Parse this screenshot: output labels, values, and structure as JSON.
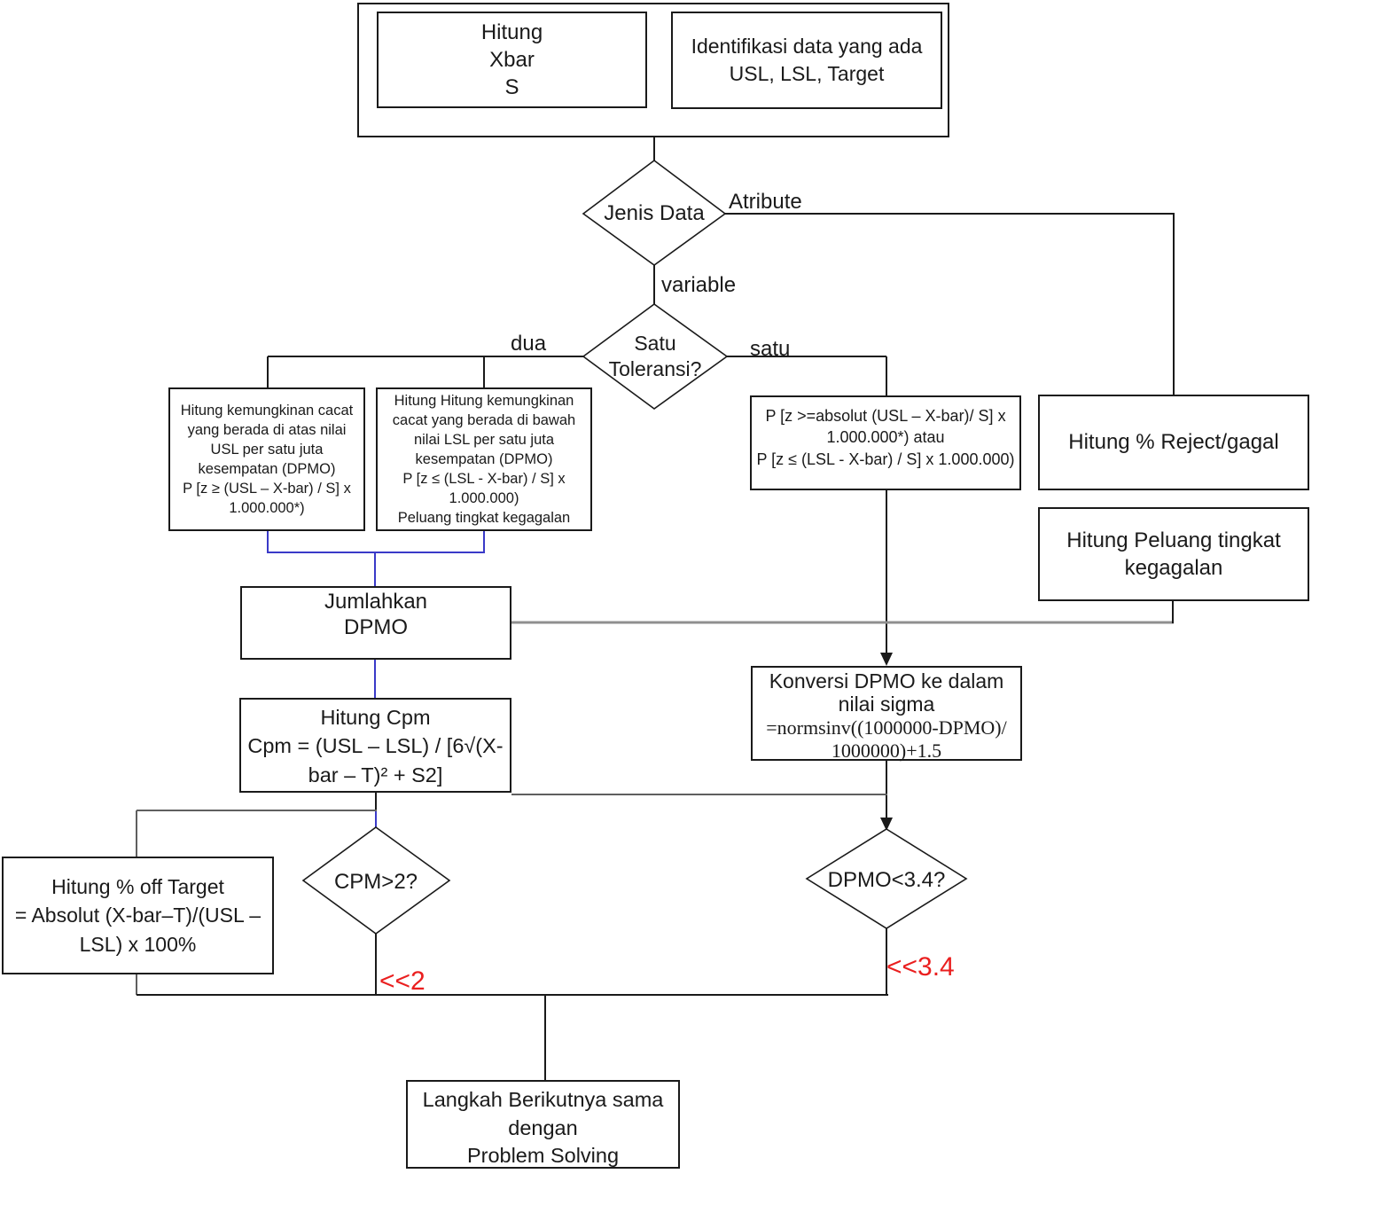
{
  "nodes": {
    "hitung_xbar": "Hitung\nXbar\nS",
    "identifikasi": "Identifikasi data yang ada\nUSL, LSL, Target",
    "jenis_data": "Jenis Data",
    "satu_toleransi": "Satu\nToleransi?",
    "dpmo_usl": "Hitung kemungkinan cacat\nyang berada di atas nilai\nUSL per satu juta\nkesempatan (DPMO)\nP [z ≥ (USL – X-bar) / S] x\n1.000.000*)",
    "dpmo_lsl": "Hitung Hitung kemungkinan\ncacat yang berada di bawah\nnilai LSL per satu juta\nkesempatan (DPMO)\nP [z ≤ (LSL - X-bar) / S] x\n1.000.000)\nPeluang tingkat kegagalan",
    "p_absolut": "P [z >=absolut (USL – X-bar)/ S] x\n1.000.000*) atau\nP [z ≤ (LSL - X-bar) / S] x 1.000.000)",
    "hitung_reject": "Hitung % Reject/gagal",
    "hitung_peluang": "Hitung Peluang tingkat\nkegagalan",
    "jumlahkan": "Jumlahkan\nDPMO",
    "konversi_title": "Konversi DPMO ke dalam\nnilai sigma",
    "konversi_formula": "=normsinv((1000000-DPMO)/\n1000000)+1.5",
    "hitung_cpm": "Hitung Cpm\nCpm = (USL – LSL) / [6√(X-\nbar – T)² + S2]",
    "off_target": "Hitung % off Target\n= Absolut (X-bar–T)/(USL –\nLSL) x 100%",
    "cpm_decision": "CPM>2?",
    "dpmo_decision": "DPMO<3.4?",
    "langkah": "Langkah Berikutnya sama\ndengan\nProblem Solving"
  },
  "edge_labels": {
    "atribute": "Atribute",
    "variable": "variable",
    "dua": "dua",
    "satu": "satu",
    "cpm_no": "<<2",
    "dpmo_no": "<<3.4"
  },
  "colors": {
    "line": "#1a1a1a",
    "blue_connector": "#3a3ac8",
    "gray_connector": "#8f8f8f",
    "alert_red": "#ea1f1f",
    "background": "#ffffff"
  }
}
